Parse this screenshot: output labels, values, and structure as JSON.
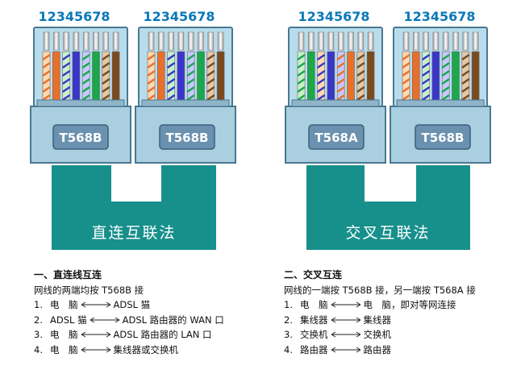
{
  "pin_numbers": "12345678",
  "connectors": {
    "straight_left": "T568B",
    "straight_right": "T568B",
    "cross_left": "T568A",
    "cross_right": "T568B"
  },
  "cables": {
    "straight": "直连互联法",
    "cross": "交叉互联法"
  },
  "wire_colors": {
    "T568B": [
      "#ffd9b0",
      "#e8702a",
      "#c9f0c9",
      "#3a35c9",
      "#c6c8ff",
      "#1aa84b",
      "#e3c9a8",
      "#7a4a1d"
    ],
    "T568A": [
      "#c9f0c9",
      "#1aa84b",
      "#ffd9b0",
      "#3a35c9",
      "#c6c8ff",
      "#e8702a",
      "#e3c9a8",
      "#7a4a1d"
    ],
    "cable": "#17908c",
    "plug": "#a9cfe0",
    "badge": "#6a92b0"
  },
  "straight_section": {
    "title": "一、直连线互连",
    "subtitle": "网线的两端均按 T568B 接",
    "rows": [
      {
        "num": "1.",
        "left": "电　脑",
        "right": "ADSL 猫"
      },
      {
        "num": "2.",
        "left": "ADSL 猫",
        "right": "ADSL 路由器的 WAN 口"
      },
      {
        "num": "3.",
        "left": "电　脑",
        "right": "ADSL 路由器的 LAN 口"
      },
      {
        "num": "4.",
        "left": "电　脑",
        "right": "集线器或交换机"
      }
    ]
  },
  "cross_section": {
    "title": "二、交叉互连",
    "subtitle": "网线的一端按 T568B 接，另一端按 T568A 接",
    "rows": [
      {
        "num": "1.",
        "left": "电　脑",
        "right": "电　脑，即对等网连接"
      },
      {
        "num": "2.",
        "left": "集线器",
        "right": "集线器"
      },
      {
        "num": "3.",
        "left": "交换机",
        "right": "交换机"
      },
      {
        "num": "4.",
        "left": "路由器",
        "right": "路由器"
      }
    ]
  }
}
